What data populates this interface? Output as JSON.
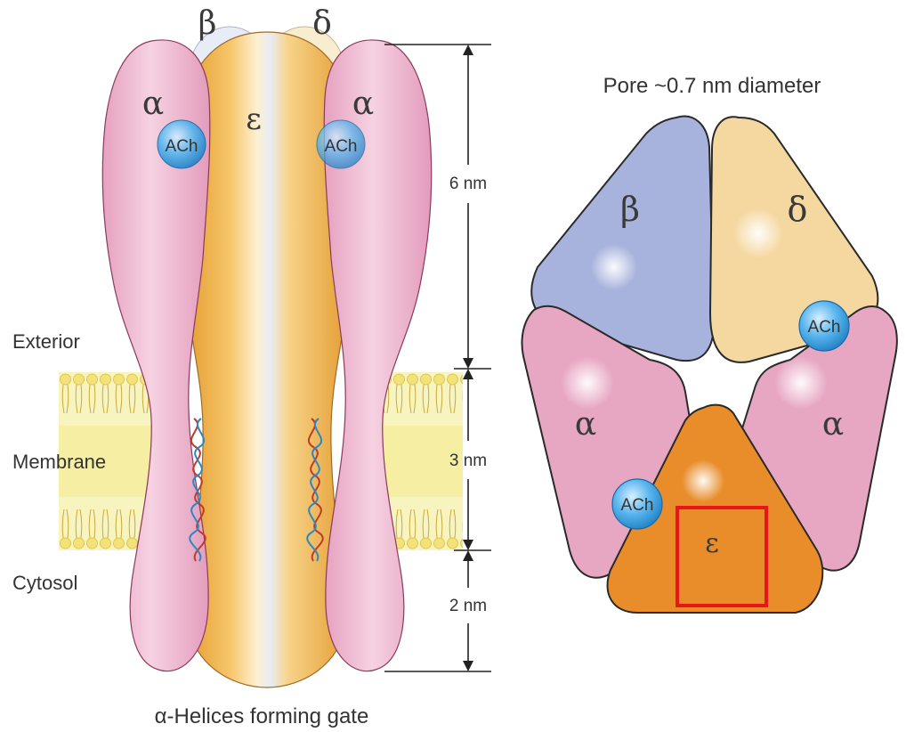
{
  "side_view": {
    "subunit_labels": {
      "beta": "β",
      "delta": "δ",
      "alpha_left": "α",
      "epsilon": "ε",
      "alpha_right": "α"
    },
    "ach_labels": [
      "ACh",
      "ACh"
    ],
    "region_labels": {
      "exterior": "Exterior",
      "membrane": "Membrane",
      "cytosol": "Cytosol"
    },
    "dimensions": {
      "top": "6 nm",
      "middle": "3 nm",
      "bottom": "2 nm"
    },
    "caption": "α-Helices forming gate"
  },
  "top_view": {
    "title": "Pore ~0.7 nm diameter",
    "subunit_labels": {
      "beta": "β",
      "delta": "δ",
      "alpha_left": "α",
      "alpha_right": "α",
      "epsilon": "ε"
    },
    "ach_labels": [
      "ACh",
      "ACh"
    ]
  },
  "colors": {
    "alpha": "#e8a6c2",
    "alpha_edge": "#8a3a5a",
    "beta": "#aab4dc",
    "delta": "#f4d9a0",
    "epsilon_side": "#f2b34a",
    "epsilon_top": "#e88d2a",
    "ach": "#3aa0e0",
    "membrane": "#f6ee9a",
    "highlight_box": "#e8161a"
  }
}
